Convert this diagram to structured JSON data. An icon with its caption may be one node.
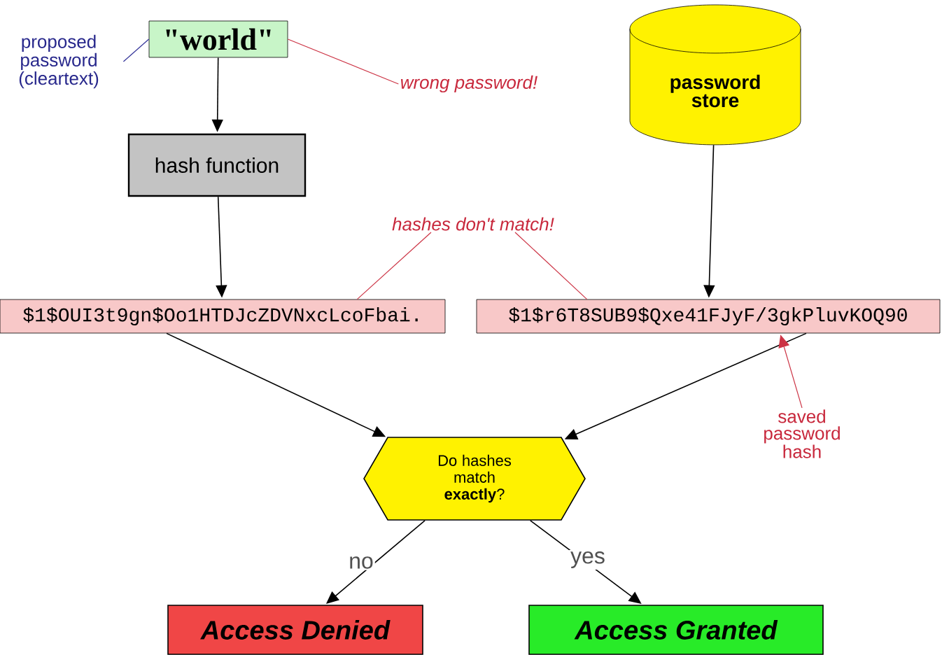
{
  "diagram": {
    "nodes": [
      {
        "text": [
          "\"world\""
        ]
      },
      {
        "text": [
          "proposed password (cleartext)"
        ]
      },
      {
        "text": [
          "wrong password!"
        ]
      },
      {
        "text": [
          "hash function"
        ]
      },
      {
        "text": [
          "password store"
        ]
      },
      {
        "text": [
          "$1$OUI3t9gn$Oo1HTDJcZDVNxcLcoFbai."
        ]
      },
      {
        "text": [
          "$1$r6T8SUB9$Qxe41FJyF/3gkPluvKOQ90"
        ]
      },
      {
        "text": [
          "hashes don't match!"
        ]
      },
      {
        "text": [
          "saved password hash"
        ]
      },
      {
        "text": [
          "Do hashes match **exactly**?"
        ]
      },
      {
        "text": [
          "Access Denied"
        ]
      },
      {
        "text": [
          "Access Granted"
        ]
      }
    ],
    "edges": [
      {
        "from": 0,
        "to": 3,
        "arrow": "to"
      },
      {
        "from": 3,
        "to": 5,
        "arrow": "to"
      },
      {
        "from": 4,
        "to": 6,
        "arrow": "to"
      },
      {
        "from": 5,
        "to": 9,
        "arrow": "to"
      },
      {
        "from": 6,
        "to": 9,
        "arrow": "to"
      },
      {
        "from": 9,
        "to": 10,
        "arrow": "to",
        "label": "no"
      },
      {
        "from": 9,
        "to": 11,
        "arrow": "to",
        "label": "yes"
      },
      {
        "from": 1,
        "to": 0,
        "arrow": "none",
        "color": "#333399"
      },
      {
        "from": 2,
        "to": 0,
        "arrow": "none",
        "color": "#cc3344"
      },
      {
        "from": 7,
        "to": 5,
        "arrow": "none",
        "color": "#cc3344"
      },
      {
        "from": 7,
        "to": 6,
        "arrow": "none",
        "color": "#cc3344"
      },
      {
        "from": 8,
        "to": 6,
        "arrow": "to",
        "color": "#cc3344"
      }
    ]
  }
}
